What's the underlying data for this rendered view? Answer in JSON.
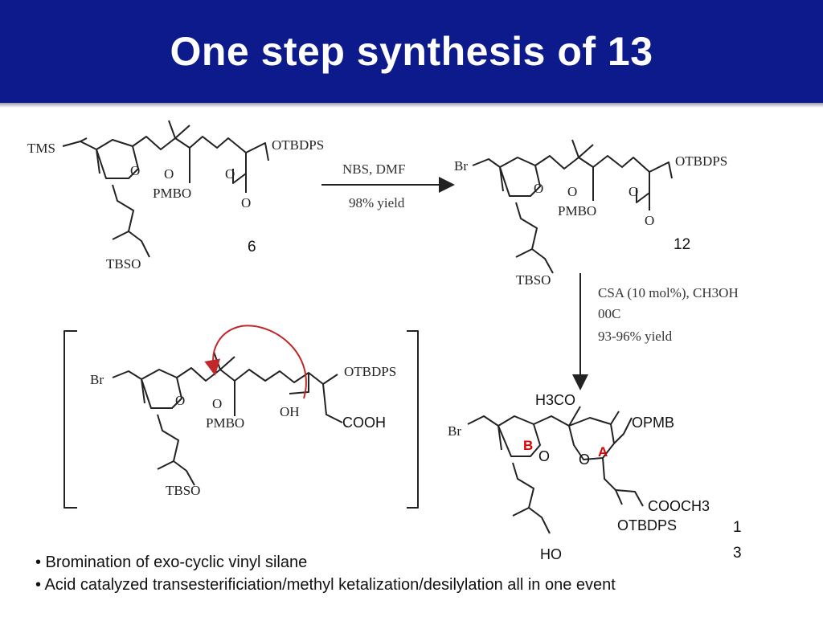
{
  "slide": {
    "title": "One step synthesis of 13",
    "title_bar_color": "#0c1a8c"
  },
  "scheme": {
    "compound_6": {
      "number": "6",
      "labels": [
        "TMS",
        "O",
        "O",
        "PMBO",
        "O",
        "O",
        "OTBDPS",
        "TBSO"
      ]
    },
    "reaction_1": {
      "reagents": "NBS, DMF",
      "yield": "98% yield"
    },
    "compound_12": {
      "number": "12",
      "labels": [
        "Br",
        "O",
        "O",
        "PMBO",
        "O",
        "O",
        "OTBDPS",
        "TBSO"
      ]
    },
    "reaction_2": {
      "reagents": "CSA (10 mol%), CH3OH",
      "temperature": "00C",
      "yield": "93-96% yield"
    },
    "intermediate": {
      "labels": [
        "Br",
        "O",
        "O",
        "PMBO",
        "OH",
        "OTBDPS",
        "COOH",
        "TBSO"
      ],
      "arrow_color": "#c0282a"
    },
    "compound_13": {
      "number_line1": "1",
      "number_line2": "3",
      "labels": [
        "Br",
        "H3CO",
        "OPMB",
        "O",
        "O",
        "COOCH3",
        "OTBDPS",
        "HO"
      ],
      "ring_labels": [
        "B",
        "A"
      ],
      "ring_label_color": "#e00000"
    }
  },
  "bullets": [
    "• Bromination of exo-cyclic vinyl silane",
    "• Acid catalyzed transesterificiation/methyl ketalization/desilylation all in one event"
  ]
}
